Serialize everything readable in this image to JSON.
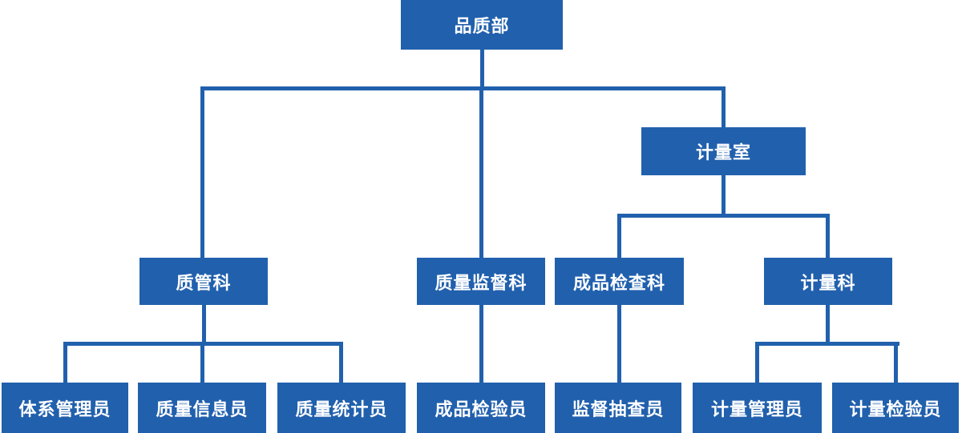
{
  "palette": {
    "box_fill": "#2160AD",
    "connector": "#2160AD",
    "text": "#FFFFFF",
    "background": "#FFFFFF"
  },
  "org_chart": {
    "type": "org-tree",
    "nodes": [
      {
        "id": "quality-dept",
        "label": "品质部",
        "level": 1,
        "parent": null
      },
      {
        "id": "metrology-room",
        "label": "计量室",
        "level": 2,
        "parent": "quality-dept"
      },
      {
        "id": "quality-mgmt-section",
        "label": "质管科",
        "level": 3,
        "parent": "quality-dept"
      },
      {
        "id": "quality-supervision-section",
        "label": "质量监督科",
        "level": 3,
        "parent": "quality-dept"
      },
      {
        "id": "product-inspection-section",
        "label": "成品检查科",
        "level": 3,
        "parent": "metrology-room"
      },
      {
        "id": "metrology-section",
        "label": "计量科",
        "level": 3,
        "parent": "metrology-room"
      },
      {
        "id": "system-administrator",
        "label": "体系管理员",
        "level": 4,
        "parent": "quality-mgmt-section"
      },
      {
        "id": "quality-info-officer",
        "label": "质量信息员",
        "level": 4,
        "parent": "quality-mgmt-section"
      },
      {
        "id": "quality-statistician",
        "label": "质量统计员",
        "level": 4,
        "parent": "quality-mgmt-section"
      },
      {
        "id": "product-inspector",
        "label": "成品检验员",
        "level": 4,
        "parent": "quality-supervision-section"
      },
      {
        "id": "supervision-sampler",
        "label": "监督抽查员",
        "level": 4,
        "parent": "product-inspection-section"
      },
      {
        "id": "metrology-administrator",
        "label": "计量管理员",
        "level": 4,
        "parent": "metrology-section"
      },
      {
        "id": "metrology-inspector",
        "label": "计量检验员",
        "level": 4,
        "parent": "metrology-section"
      }
    ]
  }
}
